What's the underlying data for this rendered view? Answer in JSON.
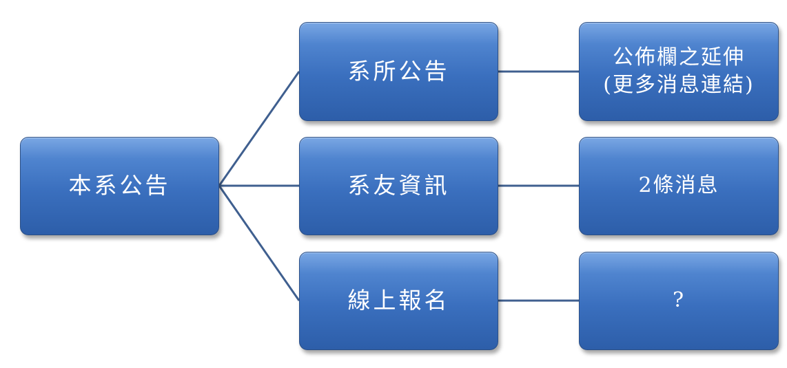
{
  "diagram": {
    "root": {
      "label": "本系公告"
    },
    "branches": [
      {
        "label": "系所公告",
        "detail_lines": [
          "公佈欄之延伸",
          "(更多消息連結)"
        ]
      },
      {
        "label": "系友資訊",
        "detail_lines": [
          "2條消息"
        ]
      },
      {
        "label": "線上報名",
        "detail_lines": [
          "?"
        ]
      }
    ]
  },
  "colors": {
    "node_fill": "#3a6fbe",
    "node_border": "#2b4f86",
    "connector": "#3f5f8f",
    "text": "#ffffff"
  }
}
